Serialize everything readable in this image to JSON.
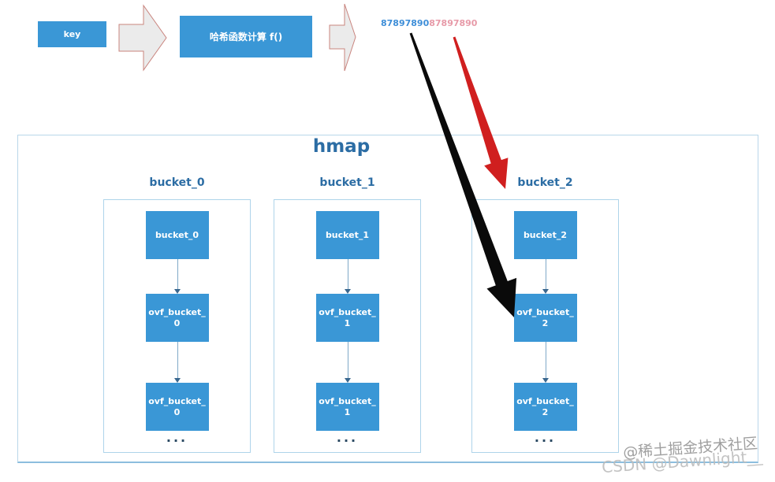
{
  "flow": {
    "key_label": "key",
    "hash_fn_label": "哈希函数计算 f()",
    "hash_value_blue": "87897890",
    "hash_value_pink": "87897890"
  },
  "hmap": {
    "title": "hmap",
    "ellipsis": "...",
    "buckets": [
      {
        "label": "bucket_0",
        "head": "bucket_0",
        "ovf_line1": "ovf_bucket_",
        "ovf_line2": "0"
      },
      {
        "label": "bucket_1",
        "head": "bucket_1",
        "ovf_line1": "ovf_bucket_",
        "ovf_line2": "1"
      },
      {
        "label": "bucket_2",
        "head": "bucket_2",
        "ovf_line1": "ovf_bucket_",
        "ovf_line2": "2"
      }
    ]
  },
  "watermarks": {
    "juejin": "@稀土掘金技术社区",
    "csdn": "CSDN @Dawnlight__"
  },
  "colors": {
    "node_blue": "#3a97d6",
    "label_blue": "#2c6da4",
    "hash_value_blue": "#3e8ed8",
    "hash_value_pink": "#e79aa8",
    "big_arrow_black": "#0a0a0a",
    "big_arrow_red": "#d01f1f",
    "flow_arrow_fill": "#ebebeb",
    "flow_arrow_stroke": "#c9847e",
    "frame_border": "#aed4ea"
  }
}
